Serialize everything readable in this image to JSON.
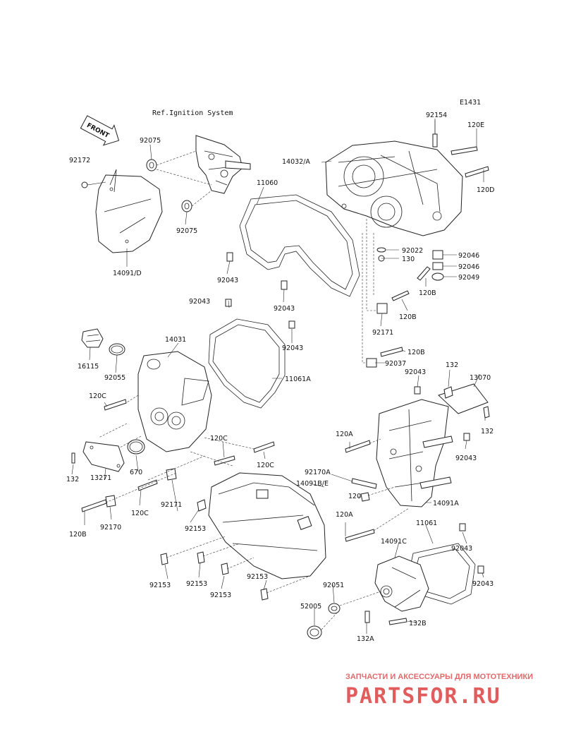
{
  "diagram": {
    "code": "E1431",
    "ref_text": "Ref.Ignition System",
    "front_label": "FRONT",
    "labels": {
      "p92154": "92154",
      "p120E": "120E",
      "p120D": "120D",
      "p14032A": "14032/A",
      "p11060": "11060",
      "p92075a": "92075",
      "p92075b": "92075",
      "p92172": "92172",
      "p14091D": "14091/D",
      "p92043a": "92043",
      "p92043b": "92043",
      "p92043c": "92043",
      "p92043d": "92043",
      "p92043e": "92043",
      "p92043f": "92043",
      "p92043g": "92043",
      "p92043h": "92043",
      "p92022": "92022",
      "p130": "130",
      "p92046a": "92046",
      "p92046b": "92046",
      "p92049": "92049",
      "p120Ba": "120B",
      "p120Bb": "120B",
      "p120Bc": "120B",
      "p120Bd": "120B",
      "p92171a": "92171",
      "p92171b": "92171",
      "p92037": "92037",
      "p14031": "14031",
      "p16115": "16115",
      "p92055": "92055",
      "p11061A": "11061A",
      "p132a": "132",
      "p132b": "132",
      "p132c": "132",
      "p13070": "13070",
      "p120Ca": "120C",
      "p120Cb": "120C",
      "p120Cc": "120C",
      "p120Cd": "120C",
      "p120Aa": "120A",
      "p120Ab": "120A",
      "p13271": "13271",
      "p670": "670",
      "p92170A": "92170A",
      "p14091BE": "14091B/E",
      "p120": "120",
      "p14091A": "14091A",
      "p92170": "92170",
      "p92153a": "92153",
      "p92153b": "92153",
      "p92153c": "92153",
      "p92153d": "92153",
      "p92153e": "92153",
      "p11061": "11061",
      "p14091C": "14091C",
      "p92051": "92051",
      "p52005": "52005",
      "p132A": "132A",
      "p132B": "132B"
    }
  },
  "watermark": {
    "caption": "ЗАПЧАСТИ И АКСЕССУАРЫ ДЛЯ МОТОТЕХНИКИ",
    "brand": "PARTSFOR.RU"
  }
}
